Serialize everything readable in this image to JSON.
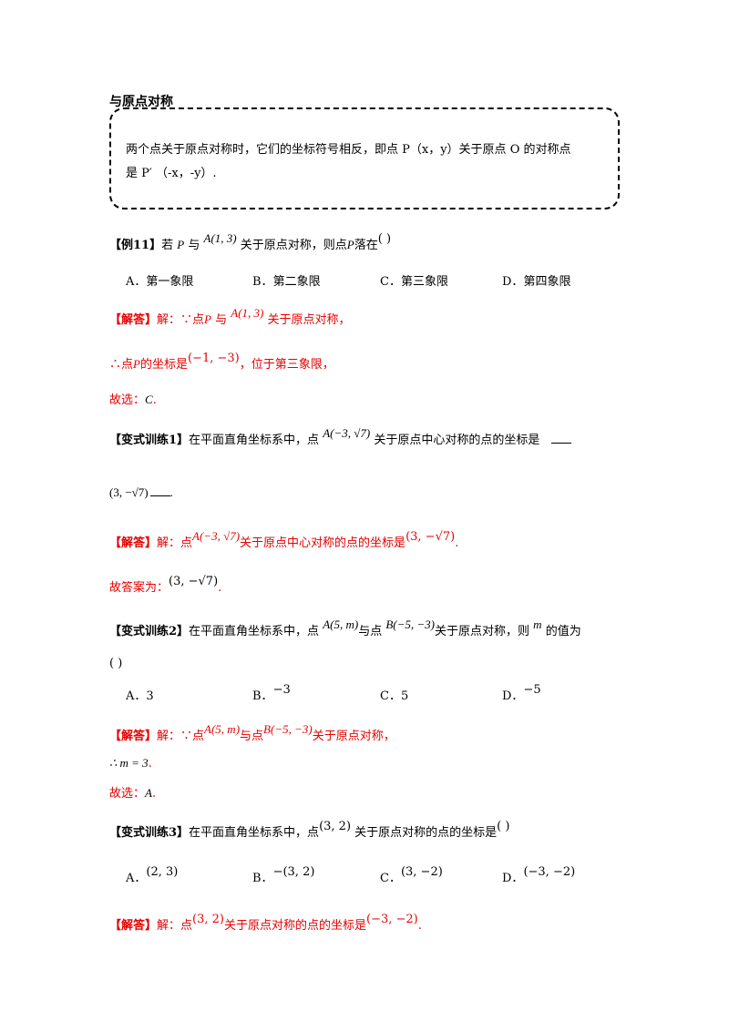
{
  "section": {
    "title": "与原点对称",
    "definition_line1": "两个点关于原点对称时，它们的坐标符号相反，即点 P（x，y）关于原点 O 的对称点",
    "definition_line2": "是 P′ （-x，-y）."
  },
  "example11": {
    "tag": "【例11】",
    "q_part1": "若",
    "P": "P",
    "q_part2": "与",
    "A_pt": "A(1, 3)",
    "q_part3": "关于原点对称，则点",
    "q_part4": "落在",
    "paren": "(        )",
    "options": [
      {
        "letter": "A．",
        "text": "第一象限"
      },
      {
        "letter": "B．",
        "text": "第二象限"
      },
      {
        "letter": "C．",
        "text": "第三象限"
      },
      {
        "letter": "D．",
        "text": "第四象限"
      }
    ],
    "ans_tag": "【解答】",
    "ans_line1_a": "解：∵点",
    "ans_line1_b": "与",
    "ans_line1_c": "关于原点对称，",
    "ans_line2_a": "∴点",
    "ans_line2_b": "的坐标是",
    "ans_coord": "(−1, −3)",
    "ans_line2_c": "，位于第三象限，",
    "choose": "故选：",
    "choose_val": "C",
    "period": "."
  },
  "variant1": {
    "tag": "【变式训练1】",
    "q_part1": "在平面直角坐标系中，点",
    "pt": "A(−3, √7)",
    "q_part2": "关于原点中心对称的点的坐标是",
    "blank_answer": "(3, −√7)",
    "ans_tag": "【解答】",
    "ans_a": "解：点",
    "ans_b": "关于原点中心对称的点的坐标是",
    "ans_coord": "(3, −√7)",
    "final_label": "故答案为：",
    "final_val": "(3, −√7)"
  },
  "variant2": {
    "tag": "【变式训练2】",
    "q_part1": "在平面直角坐标系中，点",
    "pt1": "A(5, m)",
    "q_part2": "与点",
    "pt2": "B(−5, −3)",
    "q_part3": "关于原点对称，则",
    "m": "m",
    "q_part4": "的值为",
    "paren": "(        )",
    "options": [
      {
        "letter": "A．",
        "text": "3"
      },
      {
        "letter": "B．",
        "text": "−3"
      },
      {
        "letter": "C．",
        "text": "5"
      },
      {
        "letter": "D．",
        "text": "−5"
      }
    ],
    "ans_tag": "【解答】",
    "ans_a": "解：∵点",
    "ans_b": "与点",
    "ans_c": "关于原点对称，",
    "result": "∴ m = 3",
    "choose": "故选：",
    "choose_val": "A"
  },
  "variant3": {
    "tag": "【变式训练3】",
    "q_part1": "在平面直角坐标系中，点",
    "pt": "(3, 2)",
    "q_part2": "关于原点对称的点的坐标是",
    "paren": "(        )",
    "options": [
      {
        "letter": "A．",
        "text": "(2, 3)"
      },
      {
        "letter": "B．",
        "text": "−(3, 2)"
      },
      {
        "letter": "C．",
        "text": "(3, −2)"
      },
      {
        "letter": "D．",
        "text": "(−3, −2)"
      }
    ],
    "ans_tag": "【解答】",
    "ans_a": "解：点",
    "ans_b": "关于原点对称的点的坐标是",
    "ans_coord": "(−3, −2)"
  }
}
